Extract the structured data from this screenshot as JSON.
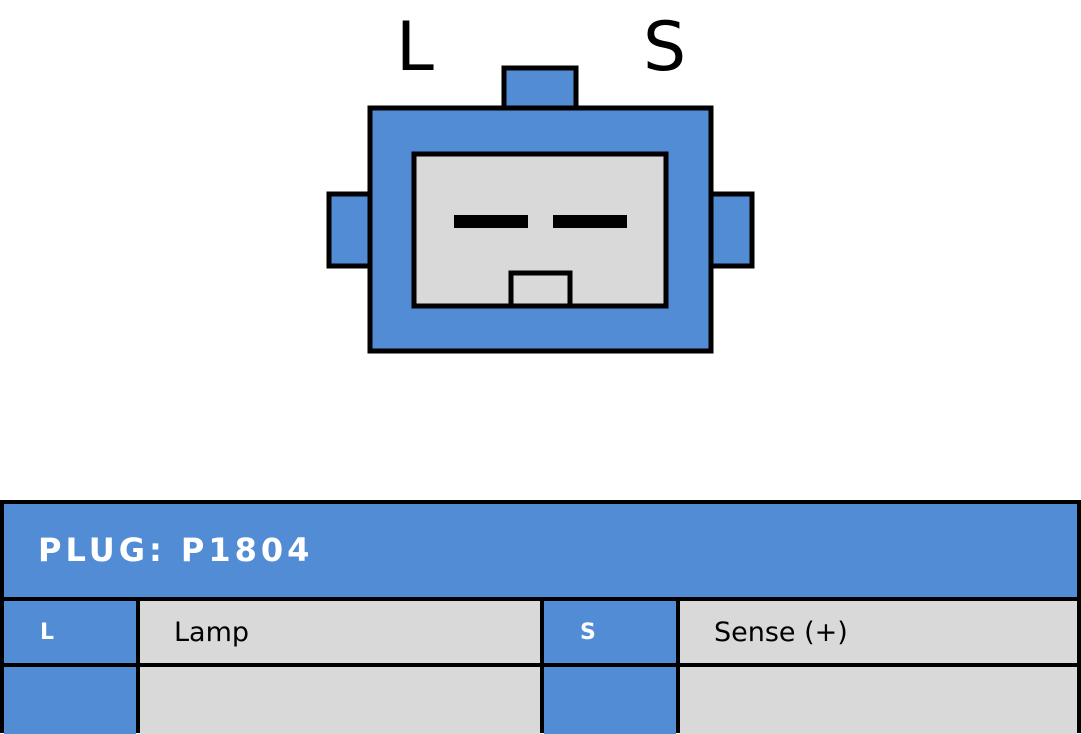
{
  "diagram": {
    "pin_labels": [
      "L",
      "S"
    ],
    "colors": {
      "connector": "#528cd4",
      "face": "#d9d9d9",
      "outline": "#000000"
    }
  },
  "table": {
    "title": "PLUG: P1804",
    "rows": [
      [
        {
          "pin": "L",
          "desc": "Lamp"
        },
        {
          "pin": "S",
          "desc": "Sense (+)"
        }
      ],
      [
        {
          "pin": "",
          "desc": ""
        },
        {
          "pin": "",
          "desc": ""
        }
      ]
    ]
  }
}
